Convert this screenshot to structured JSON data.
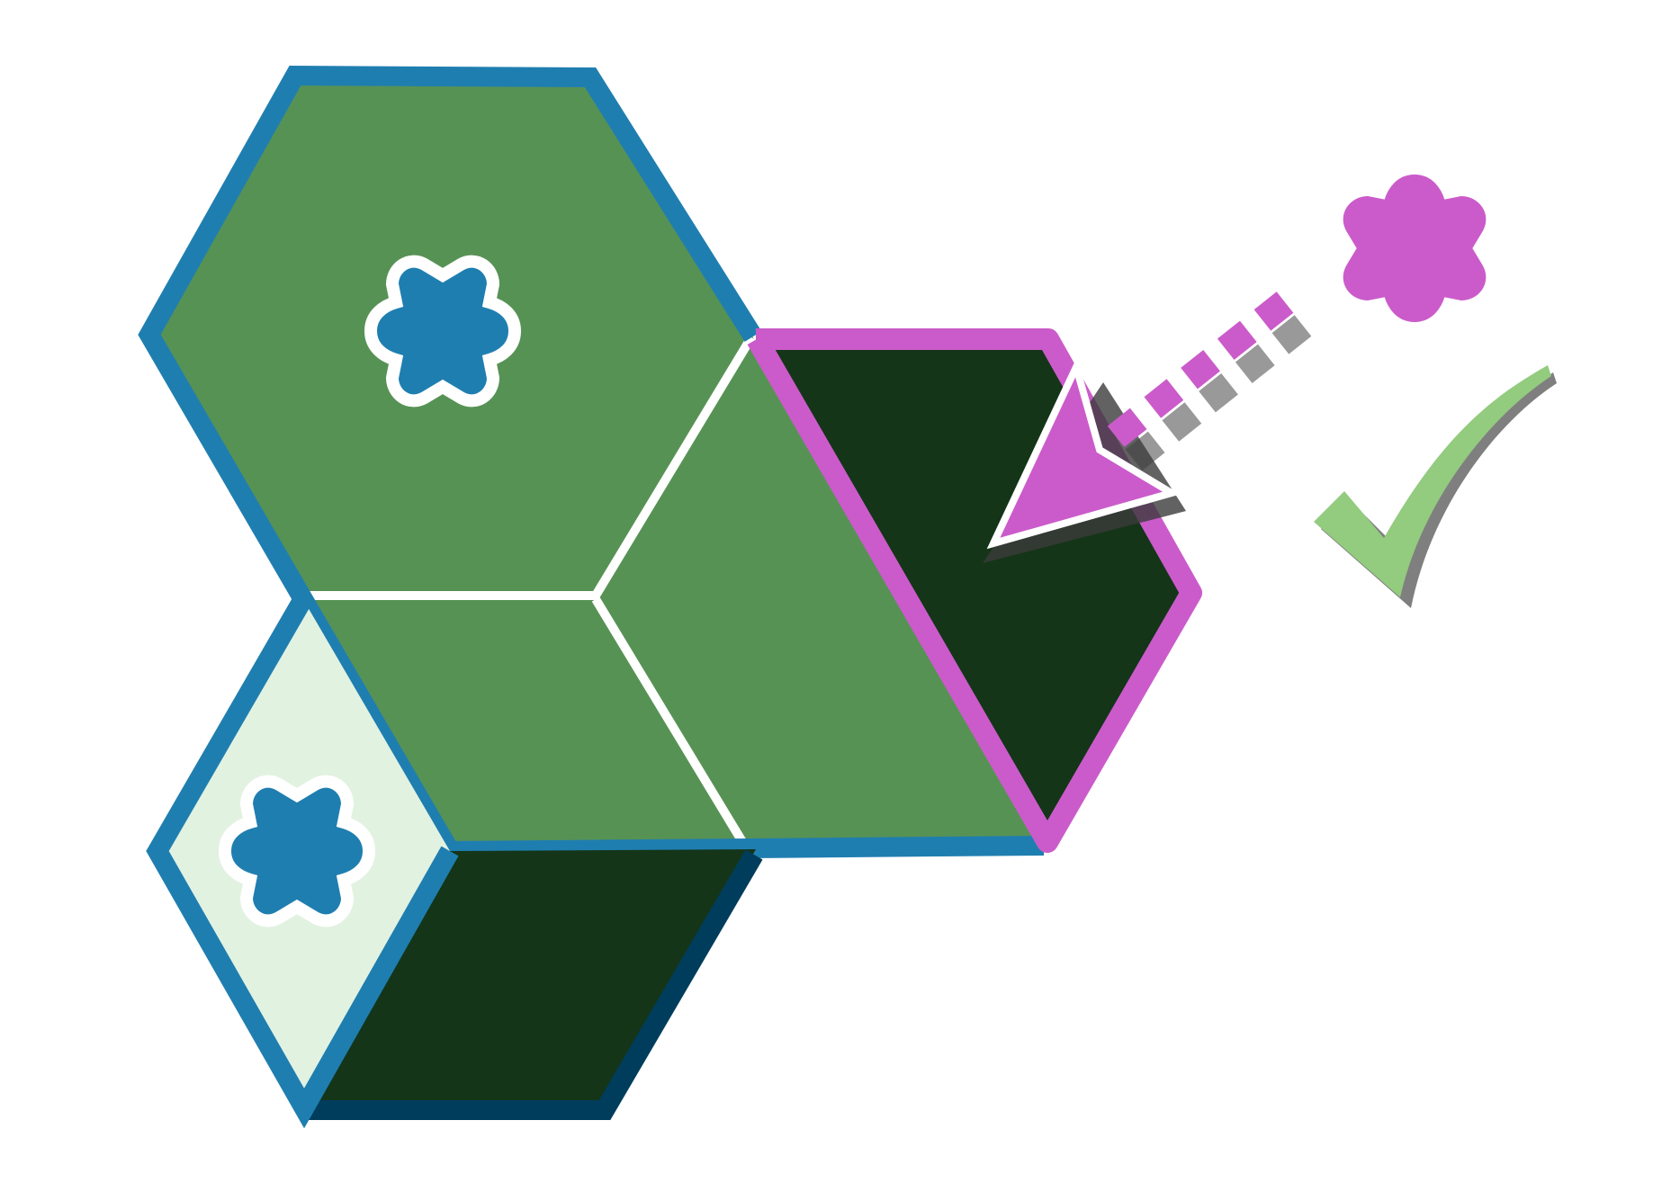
{
  "colors": {
    "background": "#ffffff",
    "blue": "#1f7eb0",
    "dark_blue": "#003d5c",
    "green": "#579255",
    "dark_green": "#143518",
    "pale_green": "#e2f2e1",
    "magenta": "#cb5bca",
    "light_green": "#93cb7f",
    "shadow_gray": "#7f7f7f",
    "white": "#ffffff"
  },
  "icons": [
    "hexagon-left-large",
    "hexagon-right-magenta",
    "hexagon-bottom-small",
    "flower-icon",
    "dashed-arrow-icon",
    "check-mark-icon"
  ]
}
